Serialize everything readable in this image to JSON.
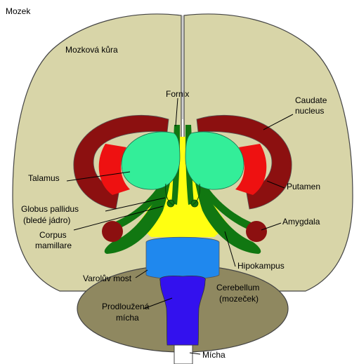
{
  "title": "Mozek",
  "labels": {
    "cortex": "Mozková kůra",
    "fornix": "Fornix",
    "caudate_line1": "Caudate",
    "caudate_line2": "nucleus",
    "talamus": "Talamus",
    "putamen": "Putamen",
    "globus_line1": "Globus pallidus",
    "globus_line2": "(bledé jádro)",
    "amygdala": "Amygdala",
    "corpus_line1": "Corpus",
    "corpus_line2": "mamillare",
    "hipokampus": "Hipokampus",
    "varoluv": "Varolův most",
    "cerebellum_line1": "Cerebellum",
    "cerebellum_line2": "(mozeček)",
    "prodlouzena_line1": "Prodloužená",
    "prodlouzena_line2": "mícha",
    "micha": "Mícha"
  },
  "colors": {
    "cortex": "#d8d5a8",
    "cerebellum": "#8f8860",
    "caudate": "#8c1010",
    "putamen": "#ee1111",
    "thalamus": "#33ee99",
    "fornix_hippocampus": "#117711",
    "ventricle": "#ffff11",
    "pons": "#1f88ee",
    "medulla": "#3311ee",
    "outline": "#444444"
  }
}
